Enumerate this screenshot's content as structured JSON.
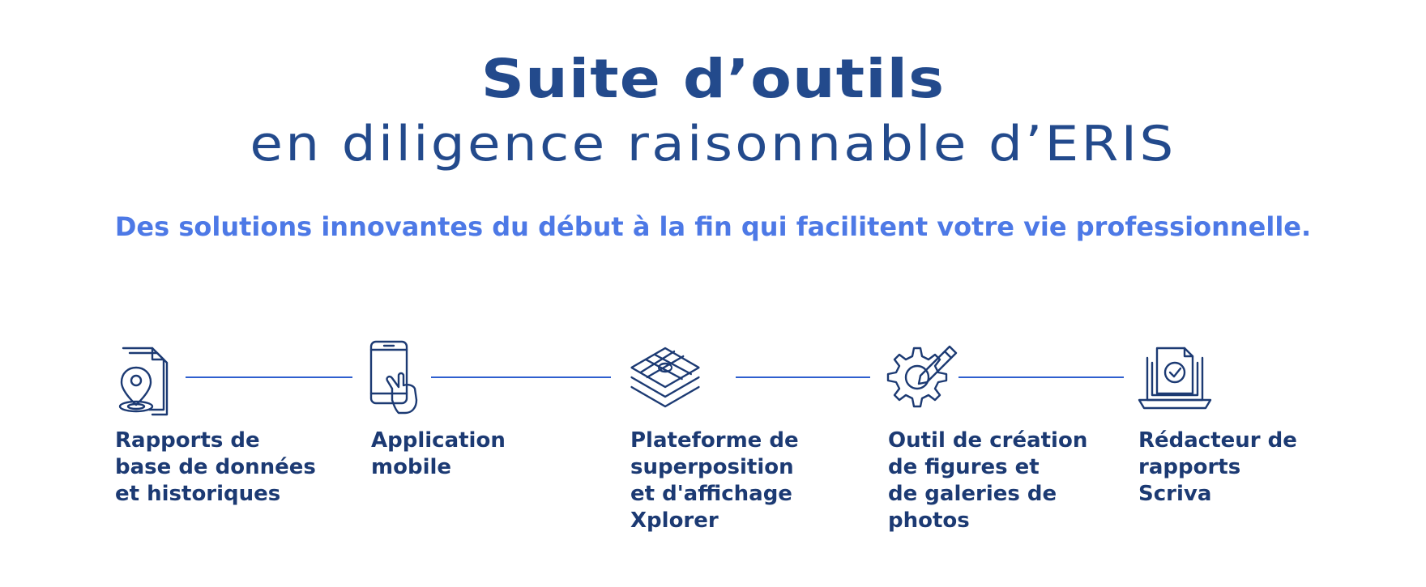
{
  "header": {
    "title_line1": "Suite d’outils",
    "title_line2": "en diligence raisonnable d’ERIS",
    "subtitle": "Des solutions innovantes du début à la fin qui facilitent votre vie professionnelle."
  },
  "colors": {
    "title": "#234a8c",
    "subtitle": "#4d79e6",
    "label": "#1c3a73",
    "icon": "#1c3a73",
    "connector": "#2f5fcf"
  },
  "steps": [
    {
      "icon": "document-map-pin-icon",
      "lines": [
        "Rapports de",
        "base de données",
        "et historiques"
      ]
    },
    {
      "icon": "mobile-phone-hand-icon",
      "lines": [
        "Application",
        "mobile"
      ]
    },
    {
      "icon": "layered-map-icon",
      "lines": [
        "Plateforme de",
        "superposition",
        "et d'affichage",
        "Xplorer"
      ]
    },
    {
      "icon": "gear-pencil-icon",
      "lines": [
        "Outil de création",
        "de figures et",
        "de galeries de",
        "photos"
      ]
    },
    {
      "icon": "laptop-document-check-icon",
      "lines": [
        "Rédacteur de",
        "rapports",
        "Scriva"
      ]
    }
  ]
}
